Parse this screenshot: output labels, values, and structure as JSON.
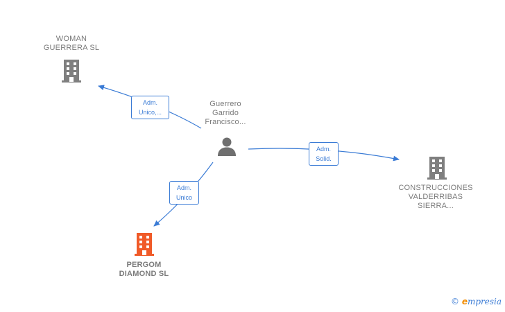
{
  "nodes": {
    "person": {
      "lines": [
        "Guerrero",
        "Garrido",
        "Francisco..."
      ],
      "icon": "person-icon"
    },
    "woman_guerrera": {
      "lines": [
        "WOMAN",
        "GUERRERA  SL"
      ],
      "icon": "building-icon"
    },
    "construcciones": {
      "lines": [
        "CONSTRUCCIONES",
        "VALDERRIBAS",
        "SIERRA..."
      ],
      "icon": "building-icon"
    },
    "pergom": {
      "lines": [
        "PERGOM",
        "DIAMOND  SL"
      ],
      "icon": "building-icon"
    }
  },
  "edges": {
    "to_woman": {
      "lines": [
        "Adm.",
        "Unico,..."
      ]
    },
    "to_construcciones": {
      "lines": [
        "Adm.",
        "Solid."
      ]
    },
    "to_pergom": {
      "lines": [
        "Adm.",
        "Unico"
      ]
    }
  },
  "colors": {
    "edge": "#3a7bd5",
    "building": "#7f7f7f",
    "building_highlight": "#f05a28",
    "person": "#6f6f6f",
    "label": "#7a7a7a"
  },
  "brand": {
    "copyright": "©",
    "e": "e",
    "rest": "mpresia"
  }
}
